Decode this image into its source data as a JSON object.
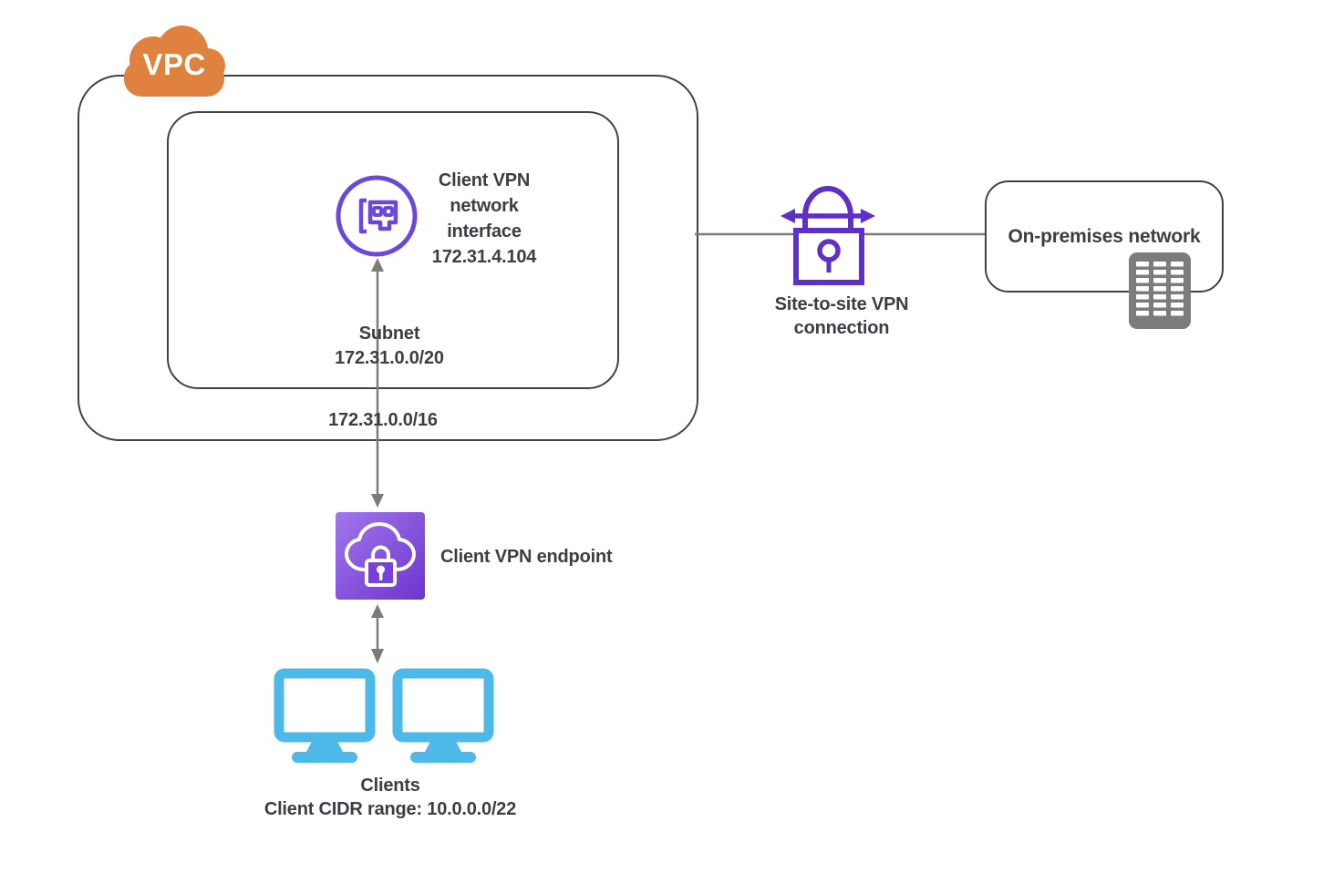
{
  "vpc": {
    "label": "VPC",
    "cidr": "172.31.0.0/16"
  },
  "subnet": {
    "label": "Subnet",
    "cidr": "172.31.0.0/20"
  },
  "network_interface": {
    "lines": [
      "Client VPN",
      "network",
      "interface",
      "172.31.4.104"
    ]
  },
  "endpoint": {
    "label": "Client VPN endpoint"
  },
  "clients": {
    "label": "Clients",
    "cidr": "Client CIDR range: 10.0.0.0/22"
  },
  "site_to_site": {
    "lines": [
      "Site-to-site VPN",
      "connection"
    ]
  },
  "on_premises": {
    "label": "On-premises network"
  },
  "colors": {
    "cloud_orange": "#E0823F",
    "icon_purple": "#6B47DB",
    "lock_purple": "#5F2FC9",
    "endpoint_gradient_top": "#A078EC",
    "endpoint_gradient_bottom": "#6E34CE",
    "monitor_blue": "#4DB9E8",
    "building_gray": "#7C7C7C",
    "line_gray": "#7B7B7B",
    "border_dark": "#3F4347",
    "text_dark": "#3B3F45"
  }
}
